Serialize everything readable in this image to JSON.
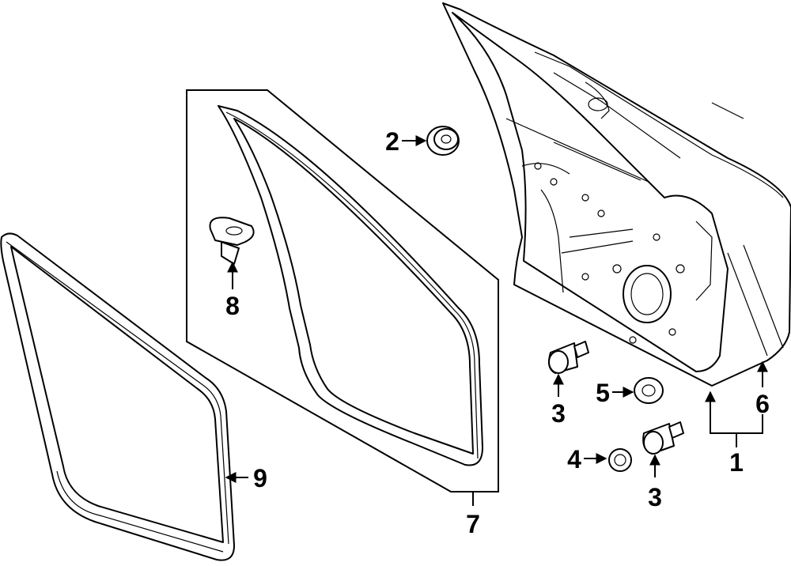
{
  "callouts": {
    "c1": "1",
    "c2": "2",
    "c3a": "3",
    "c3b": "3",
    "c4": "4",
    "c5": "5",
    "c6": "6",
    "c7": "7",
    "c8": "8",
    "c9": "9"
  }
}
